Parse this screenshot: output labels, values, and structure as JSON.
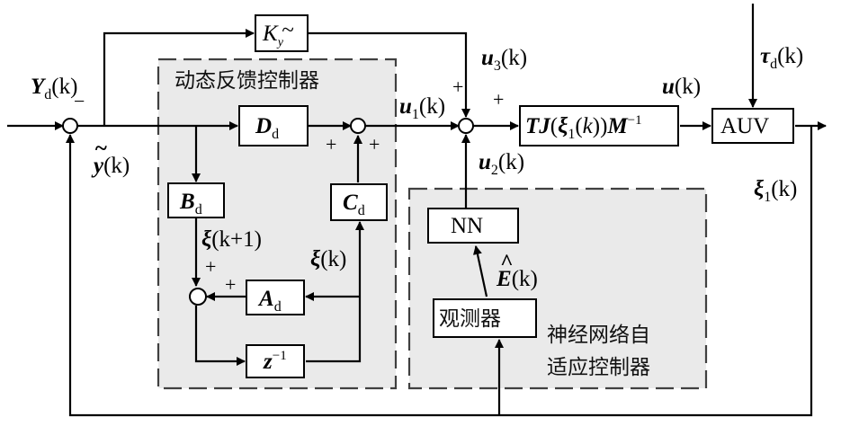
{
  "regions": {
    "dynamic_controller": "动态反馈控制器",
    "nn_controller_line1": "神经网络自",
    "nn_controller_line2": "适应控制器"
  },
  "blocks": {
    "ky": {
      "main": "K",
      "tilde": "~",
      "sub": "y"
    },
    "dd": {
      "main": "D",
      "sub": "d"
    },
    "bd": {
      "main": "B",
      "sub": "d"
    },
    "cd": {
      "main": "C",
      "sub": "d"
    },
    "ad": {
      "main": "A",
      "sub": "d"
    },
    "z": {
      "main": "z",
      "sup": "−1"
    },
    "tj": {
      "p1": "TJ",
      "p2": "(",
      "p3": "ξ",
      "p4": "1",
      "p5": "(",
      "p6": "k",
      "p7": "))",
      "p8": "M",
      "p9": "−1"
    },
    "auv": "AUV",
    "nn": "NN",
    "observer": "观测器"
  },
  "signals": {
    "yd": {
      "main": "Y",
      "sub": "d",
      "arg": "(k)"
    },
    "ytilde": {
      "main": "y",
      "tilde": "~",
      "arg": "(k)"
    },
    "u1": {
      "main": "u",
      "sub": "1",
      "arg": "(k)"
    },
    "u2": {
      "main": "u",
      "sub": "2",
      "arg": "(k)"
    },
    "u3": {
      "main": "u",
      "sub": "3",
      "arg": "(k)"
    },
    "u": {
      "main": "u",
      "arg": "(k)"
    },
    "tau": {
      "main": "τ",
      "sub": "d",
      "arg": "(k)"
    },
    "xi1": {
      "main": "ξ",
      "sub": "1",
      "arg": "(k)"
    },
    "xik1": {
      "main": "ξ",
      "arg": "(k+1)"
    },
    "xik": {
      "main": "ξ",
      "arg": "(k)"
    },
    "ehat": {
      "main": "E",
      "hat": "^",
      "arg": "(k)"
    }
  },
  "signs": {
    "minus": "−",
    "plus": "+"
  }
}
